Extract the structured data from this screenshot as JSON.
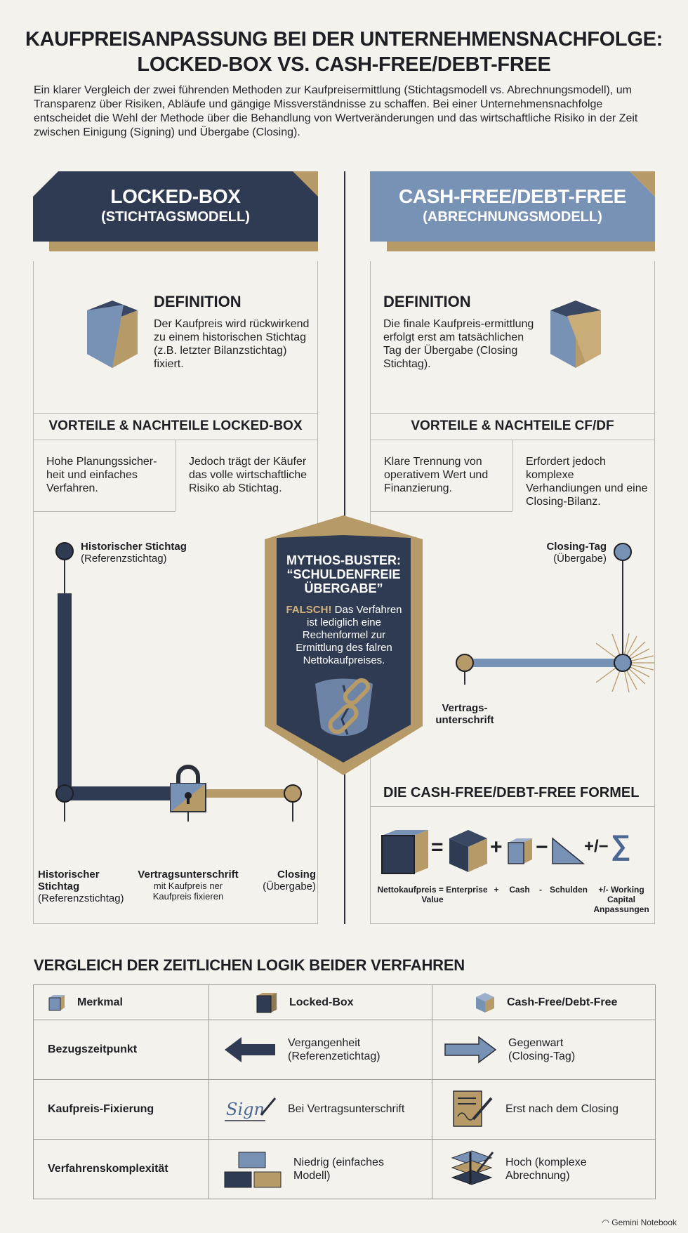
{
  "title_line1": "KAUFPREISANPASSUNG BEI DER UNTERNEHMENSNACHFOLGE:",
  "title_line2": "LOCKED-BOX VS. CASH-FREE/DEBT-FREE",
  "intro": "Ein klarer Vergleich der zwei führenden Methoden zur Kaufpreisermittlung (Stichtagsmodell vs. Abrechnungsmodell), um Transparenz über Risiken, Abläufe und gängige Missverständnisse zu schaffen. Bei einer Unternehmensnachfolge entscheidet die Wehl der Methode über die Behandlung von Wertveränderungen und das wirtschaftliche Risiko in der Zeit zwischen Einigung (Signing) und Übergabe (Closing).",
  "colors": {
    "navy": "#2f3b52",
    "blue": "#7892b6",
    "gold": "#b69a68",
    "bg": "#f4f2ec"
  },
  "left": {
    "header_title": "LOCKED-BOX",
    "header_sub": "(STICHTAGSMODELL)",
    "def_heading": "DEFINITION",
    "def_text": "Der Kaufpreis wird rückwirkend zu einem historischen Stichtag (z.B. letzter Bilanzstichtag) fixiert.",
    "pros_heading": "VORTEILE & NACHTEILE LOCKED-BOX",
    "pro": "Hohe Planungssicher-heit und einfaches Verfahren.",
    "con": "Jedoch trägt der Käufer das volle wirtschaftliche Risiko ab Stichtag.",
    "tl_top_bold": "Historischer Stichtag",
    "tl_top_sub": "(Referenzstichtag)",
    "tl_a_bold": "Historischer Stichtag",
    "tl_a_sub": "(Referenzstichtag)",
    "tl_b_bold": "Vertragsunterschrift",
    "tl_b_sub": "mit Kaufpreis ner Kaufpreis fixieren",
    "tl_c_bold": "Closing",
    "tl_c_sub": "(Übergabe)"
  },
  "right": {
    "header_title": "CASH-FREE/DEBT-FREE",
    "header_sub": "(ABRECHNUNGSMODELL)",
    "def_heading": "DEFINITION",
    "def_text": "Die finale Kaufpreis-ermittlung erfolgt erst am tatsächlichen Tag der Übergabe (Closing Stichtag).",
    "pros_heading": "VORTEILE & NACHTEILE CF/DF",
    "pro": "Klare Trennung von operativem Wert und Finanzierung.",
    "con": "Erfordert jedoch komplexe Verhandiungen und eine Closing-Bilanz.",
    "tl_top_bold": "Closing-Tag",
    "tl_top_sub": "(Übergabe)",
    "tl_sign": "Vertrags-unterschrift",
    "formula_heading": "DIE CASH-FREE/DEBT-FREE FORMEL",
    "f_nk": "Nettokaufpreis = Enterprise Value",
    "f_plus": "+",
    "f_cash": "Cash",
    "f_minus": "-",
    "f_debt": "Schulden",
    "f_wc": "+/- Working Capital Anpassungen",
    "sym_eq": "=",
    "sym_plus": "+",
    "sym_minus": "−",
    "sym_pm": "+/−",
    "sym_sigma": "∑"
  },
  "myth": {
    "title": "MYTHOS-BUSTER: “SCHULDENFREIE ÜBERGABE”",
    "falsch": "FALSCH!",
    "text": "Das Verfahren ist lediglich eine Rechenformel zur Ermittlung des falren Nettokaufpreises."
  },
  "table": {
    "title": "VERGLEICH DER ZEITLICHEN LOGIK BEIDER VERFAHREN",
    "headers": [
      "Merkmal",
      "Locked-Box",
      "Cash-Free/Debt-Free"
    ],
    "rows": [
      {
        "label": "Bezugszeitpunkt",
        "lb": "Vergangenheit (Referenzetichtag)",
        "cf": "Gegenwart (Closing-Tag)"
      },
      {
        "label": "Kaufpreis-Fixierung",
        "lb": "Bei Vertragsunterschrift",
        "cf": "Erst nach dem Closing"
      },
      {
        "label": "Verfahrenskomplexität",
        "lb": "Niedrig (einfaches Modell)",
        "cf": "Hoch (komplexe Abrechnung)"
      }
    ],
    "signature_text": "Sign"
  },
  "footer": "Gemini Notebook"
}
